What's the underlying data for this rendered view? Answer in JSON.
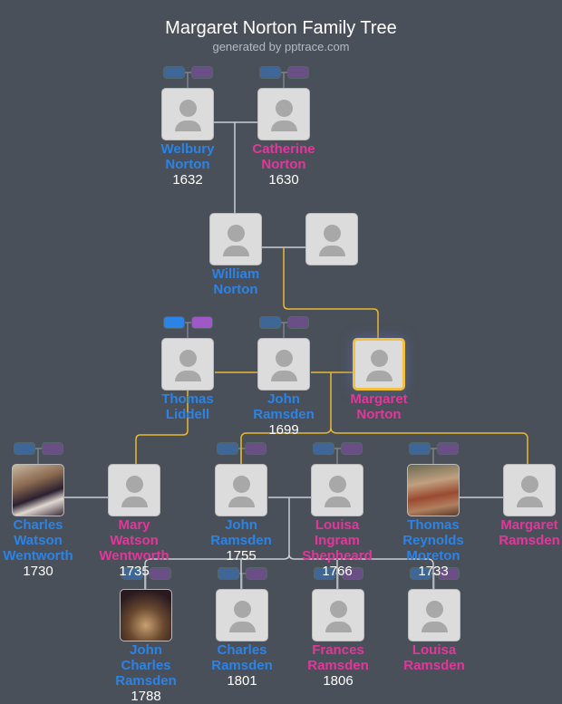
{
  "header": {
    "title": "Margaret Norton Family Tree",
    "subtitle": "generated by pptrace.com"
  },
  "colors": {
    "male": "#2b83e6",
    "female": "#e2379a",
    "focus_border": "#f0c040",
    "line": "#c9ccd1",
    "highlight_line": "#e8b830",
    "background": "#4a5059"
  },
  "people": [
    {
      "name_lines": [
        "Welbury",
        "Norton"
      ],
      "year": "1632",
      "gender": "male",
      "photo": false
    },
    {
      "name_lines": [
        "Catherine",
        "Norton"
      ],
      "year": "1630",
      "gender": "female",
      "photo": false
    },
    {
      "name_lines": [
        "William",
        "Norton"
      ],
      "year": "",
      "gender": "male",
      "photo": false
    },
    {
      "name_lines": [],
      "year": "",
      "gender": "female",
      "photo": false
    },
    {
      "name_lines": [
        "Thomas",
        "Liddell"
      ],
      "year": "",
      "gender": "male",
      "photo": false
    },
    {
      "name_lines": [
        "John",
        "Ramsden"
      ],
      "year": "1699",
      "gender": "male",
      "photo": false
    },
    {
      "name_lines": [
        "Margaret",
        "Norton"
      ],
      "year": "",
      "gender": "female",
      "photo": false,
      "focus": true
    },
    {
      "name_lines": [
        "Charles",
        "Watson",
        "Wentworth"
      ],
      "year": "1730",
      "gender": "male",
      "photo": true
    },
    {
      "name_lines": [
        "Mary",
        "Watson",
        "Wentworth"
      ],
      "year": "1735",
      "gender": "female",
      "photo": false
    },
    {
      "name_lines": [
        "John",
        "Ramsden"
      ],
      "year": "1755",
      "gender": "male",
      "photo": false
    },
    {
      "name_lines": [
        "Louisa",
        "Ingram",
        "Shepheard"
      ],
      "year": "1766",
      "gender": "female",
      "photo": false
    },
    {
      "name_lines": [
        "Thomas",
        "Reynolds",
        "Moreton"
      ],
      "year": "1733",
      "gender": "male",
      "photo": true
    },
    {
      "name_lines": [
        "Margaret",
        "Ramsden"
      ],
      "year": "",
      "gender": "female",
      "photo": false
    },
    {
      "name_lines": [
        "John",
        "Charles",
        "Ramsden"
      ],
      "year": "1788",
      "gender": "male",
      "photo": true
    },
    {
      "name_lines": [
        "Charles",
        "Ramsden"
      ],
      "year": "1801",
      "gender": "male",
      "photo": false
    },
    {
      "name_lines": [
        "Frances",
        "Ramsden"
      ],
      "year": "1806",
      "gender": "female",
      "photo": false
    },
    {
      "name_lines": [
        "Louisa",
        "Ramsden"
      ],
      "year": "",
      "gender": "female",
      "photo": false
    }
  ]
}
